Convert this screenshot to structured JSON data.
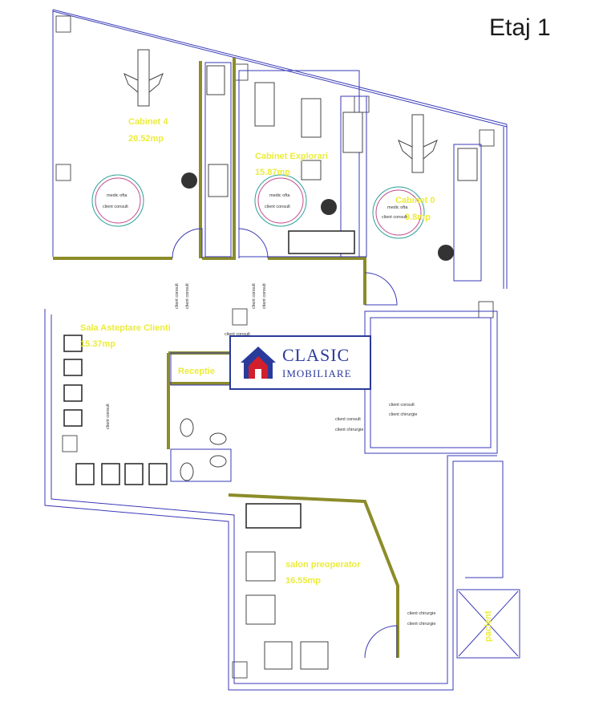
{
  "title": "Etaj 1",
  "logo": {
    "line1": "CLASIC",
    "line2": "IMOBILIARE"
  },
  "rooms": [
    {
      "name": "Cabinet 4",
      "area": "20.52mp"
    },
    {
      "name": "Cabinet Explorari",
      "area": "15.87mp"
    },
    {
      "name": "Cabinet 0",
      "area": "9.8mp"
    },
    {
      "name": "Sala Asteptare Clienti",
      "area": "15.37mp"
    },
    {
      "name": "Receptie",
      "area": ""
    },
    {
      "name": "salon preoperator",
      "area": "16.55mp"
    },
    {
      "name": "pacient",
      "area": ""
    }
  ],
  "labels": {
    "medic_ofta": "medic ofta",
    "client_consult": "client consult",
    "client_chirurgie": "client chirurgie"
  },
  "colors": {
    "walls": "#3a3ab8",
    "partition": "#8c8c2a",
    "room_text": "#ecec3a",
    "logo": "#2a3a9a",
    "logo_red": "#d21f2c"
  }
}
